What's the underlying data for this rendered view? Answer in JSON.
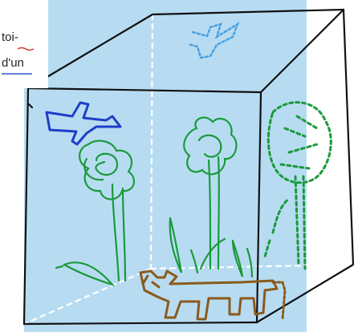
{
  "drawing": {
    "text_lines": [
      "toi-",
      "d'un"
    ],
    "colors": {
      "sky": "#b7dcf2",
      "cube_edges": "#111111",
      "plane": "#1e3ec8",
      "plants": "#1a9a3a",
      "bird": "#4aa0e0",
      "cat": "#8a5a1c",
      "underline_red": "#d23a2a",
      "underline_blue": "#2a5ac8"
    },
    "objects": [
      "sky-panel",
      "cube",
      "airplane",
      "bird",
      "flower-left",
      "flower-center",
      "tree",
      "leaves",
      "cat"
    ]
  }
}
